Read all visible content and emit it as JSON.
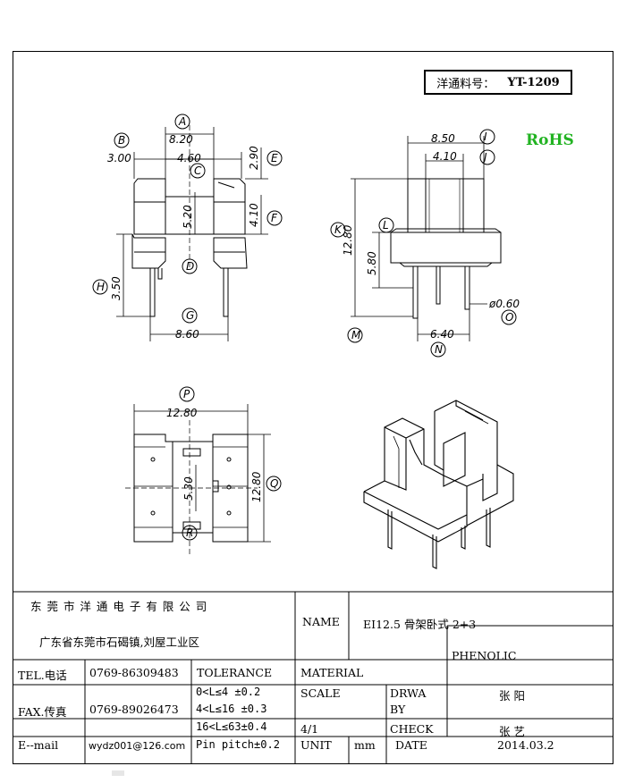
{
  "part_box": {
    "label": "洋通料号：",
    "number": "YT-1209"
  },
  "rohs": "RoHS",
  "dims": {
    "A": "A",
    "B": "B",
    "C": "C",
    "D": "D",
    "E": "E",
    "F": "F",
    "G": "G",
    "H": "H",
    "I": "I",
    "J": "J",
    "K": "K",
    "L": "L",
    "M": "M",
    "N": "N",
    "O": "O",
    "P": "P",
    "Q": "Q",
    "R": "R",
    "a": "8.20",
    "b": "3.00",
    "c": "4.60",
    "d": "5.20",
    "e": "2.90",
    "f": "4.10",
    "g": "8.60",
    "h": "3.50",
    "i": "8.50",
    "j": "4.10",
    "k": "12.80",
    "l": "5.80",
    "n": "6.40",
    "o": "ø0.60",
    "p": "12.80",
    "q": "12.80",
    "r": "5.30"
  },
  "title_block": {
    "company": "东 莞 市 洋 通 电 子 有 限 公 司",
    "address": "广东省东莞市石碣镇,刘屋工业区",
    "name_label": "NAME",
    "name_value": "EI12.5 骨架卧式 2+3",
    "tel_label": "TEL.电话",
    "tel_value": "0769-86309483",
    "fax_label": "FAX.传真",
    "fax_value": "0769-89026473",
    "email_label": "E--mail",
    "email_value": "wydz001@126.com",
    "tolerance_label": "TOLERANCE",
    "tol1": "0<L≤4   ±0.2",
    "tol2": "4<L≤16  ±0.3",
    "tol3": "16<L≤63±0.4",
    "tol4": "Pin pitch±0.2",
    "material_label": "MATERIAL",
    "material_value": "PHENOLIC",
    "scale_label": "SCALE",
    "scale_value": "4/1",
    "drawn_label1": "DRWA",
    "drawn_label2": "BY",
    "drawn_value": "张 阳",
    "check_label": "CHECK",
    "check_value": "张 艺",
    "unit_label": "UNIT",
    "unit_value": "mm",
    "date_label": "DATE",
    "date_value": "2014.03.2"
  }
}
